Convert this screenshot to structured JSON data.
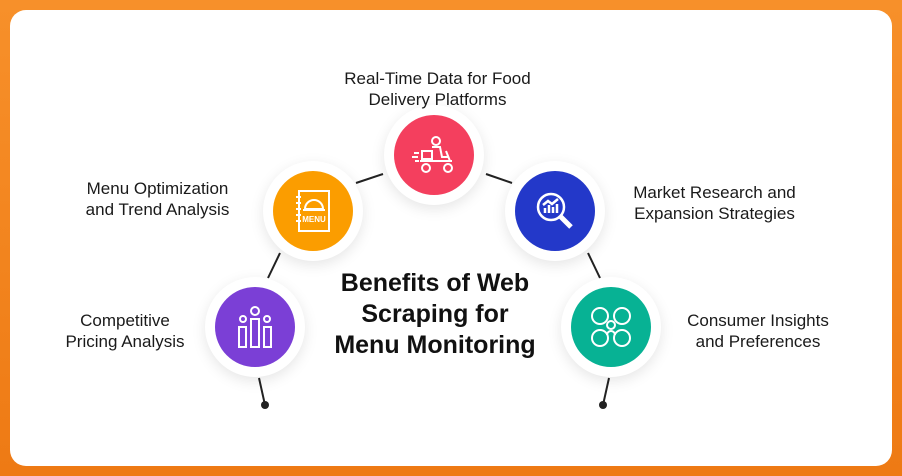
{
  "title": "Benefits of Web Scraping for Menu Monitoring",
  "benefits": [
    {
      "label_1": "Real-Time Data for Food",
      "label_2": "Delivery Platforms",
      "icon": "delivery-scooter-icon",
      "color": "#f43f5e"
    },
    {
      "label_1": "Menu Optimization",
      "label_2": "and Trend Analysis",
      "icon": "menu-book-icon",
      "color": "#fb9d00"
    },
    {
      "label_1": "Market Research and",
      "label_2": "Expansion Strategies",
      "icon": "magnifier-chart-icon",
      "color": "#2338c9"
    },
    {
      "label_1": "Competitive",
      "label_2": "Pricing Analysis",
      "icon": "ranking-podium-icon",
      "color": "#7b3fd6"
    },
    {
      "label_1": "Consumer Insights",
      "label_2": "and Preferences",
      "icon": "consumer-insights-icon",
      "color": "#07b294"
    }
  ],
  "icon_text": {
    "menu": "MENU"
  }
}
